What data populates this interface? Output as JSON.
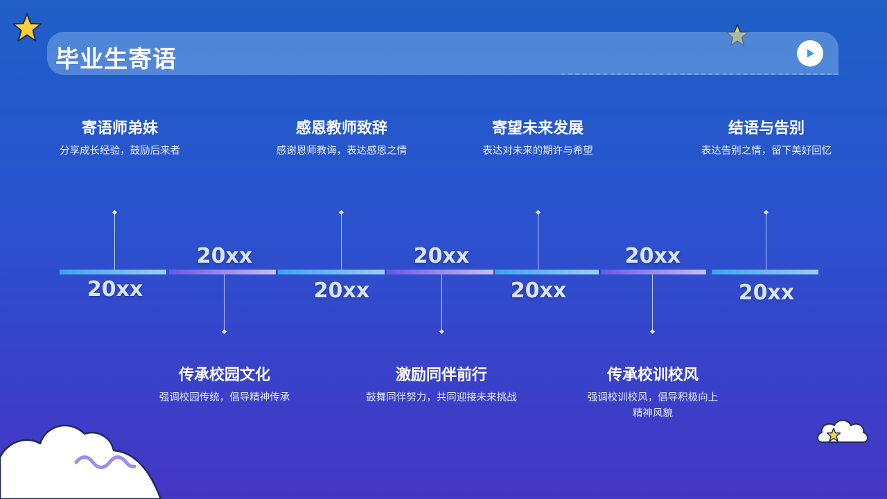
{
  "header": {
    "title": "毕业生寄语"
  },
  "items": [
    {
      "title": "寄语师弟妹",
      "desc": "分享成长经验，鼓励后来者",
      "year": "20xx"
    },
    {
      "title": "传承校园文化",
      "desc": "强调校园传统，倡导精神传承",
      "year": "20xx"
    },
    {
      "title": "感恩教师致辞",
      "desc": "感谢恩师教诲，表达感恩之情",
      "year": "20xx"
    },
    {
      "title": "激励同伴前行",
      "desc": "鼓舞同伴努力，共同迎接未来挑战",
      "year": "20xx"
    },
    {
      "title": "寄望未来发展",
      "desc": "表达对未来的期许与希望",
      "year": "20xx"
    },
    {
      "title": "传承校训校风",
      "desc": "强调校训校风，倡导积极向上精神风貌",
      "year": "20xx"
    },
    {
      "title": "结语与告别",
      "desc": "表达告别之情，留下美好回忆",
      "year": "20xx"
    }
  ],
  "colors": {
    "background_top": "#1f5fc6",
    "background_bottom": "#4536c4",
    "segment_blue": "#3ca4f4",
    "segment_purple": "#6a57e6",
    "star": "#f7cf3a"
  },
  "icons": {
    "play": "play-icon",
    "star": "star-icon",
    "cloud": "cloud-icon",
    "wave": "wave-icon"
  }
}
